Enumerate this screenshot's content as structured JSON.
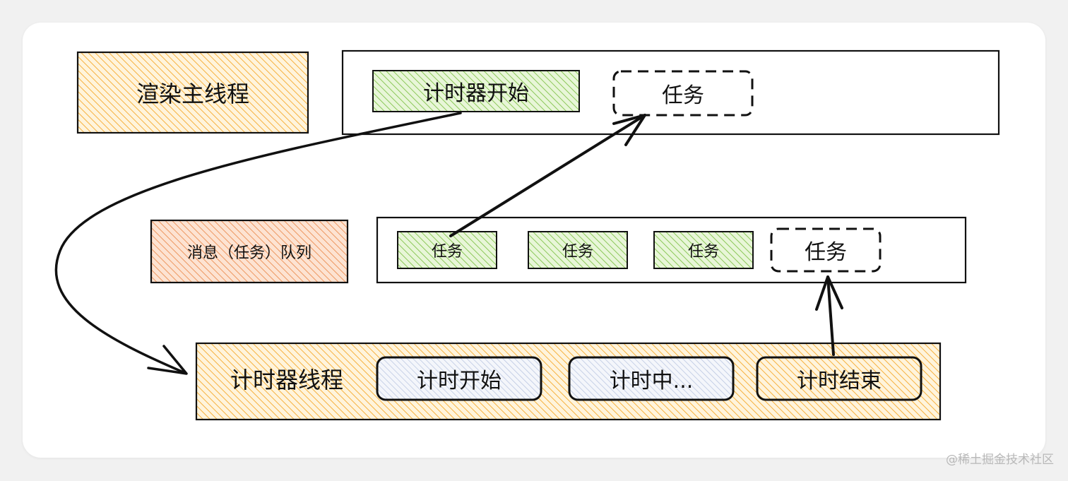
{
  "diagram": {
    "render_main_thread": {
      "label": "渲染主线程"
    },
    "main_lane": {
      "timer_start_block": "计时器开始",
      "pending_task": "任务"
    },
    "message_queue": {
      "label": "消息（任务）队列",
      "tasks": [
        "任务",
        "任务",
        "任务"
      ],
      "pending_task": "任务"
    },
    "timer_thread": {
      "label": "计时器线程",
      "steps": [
        "计时开始",
        "计时中...",
        "计时结束"
      ]
    }
  },
  "watermark": "@稀土掘金技术社区",
  "colors": {
    "orange_hatch": "#f5a623",
    "red_hatch": "#ea8a4c",
    "green_hatch": "#7bc043",
    "blue_hatch": "#a9b8d8",
    "line": "#111111"
  }
}
